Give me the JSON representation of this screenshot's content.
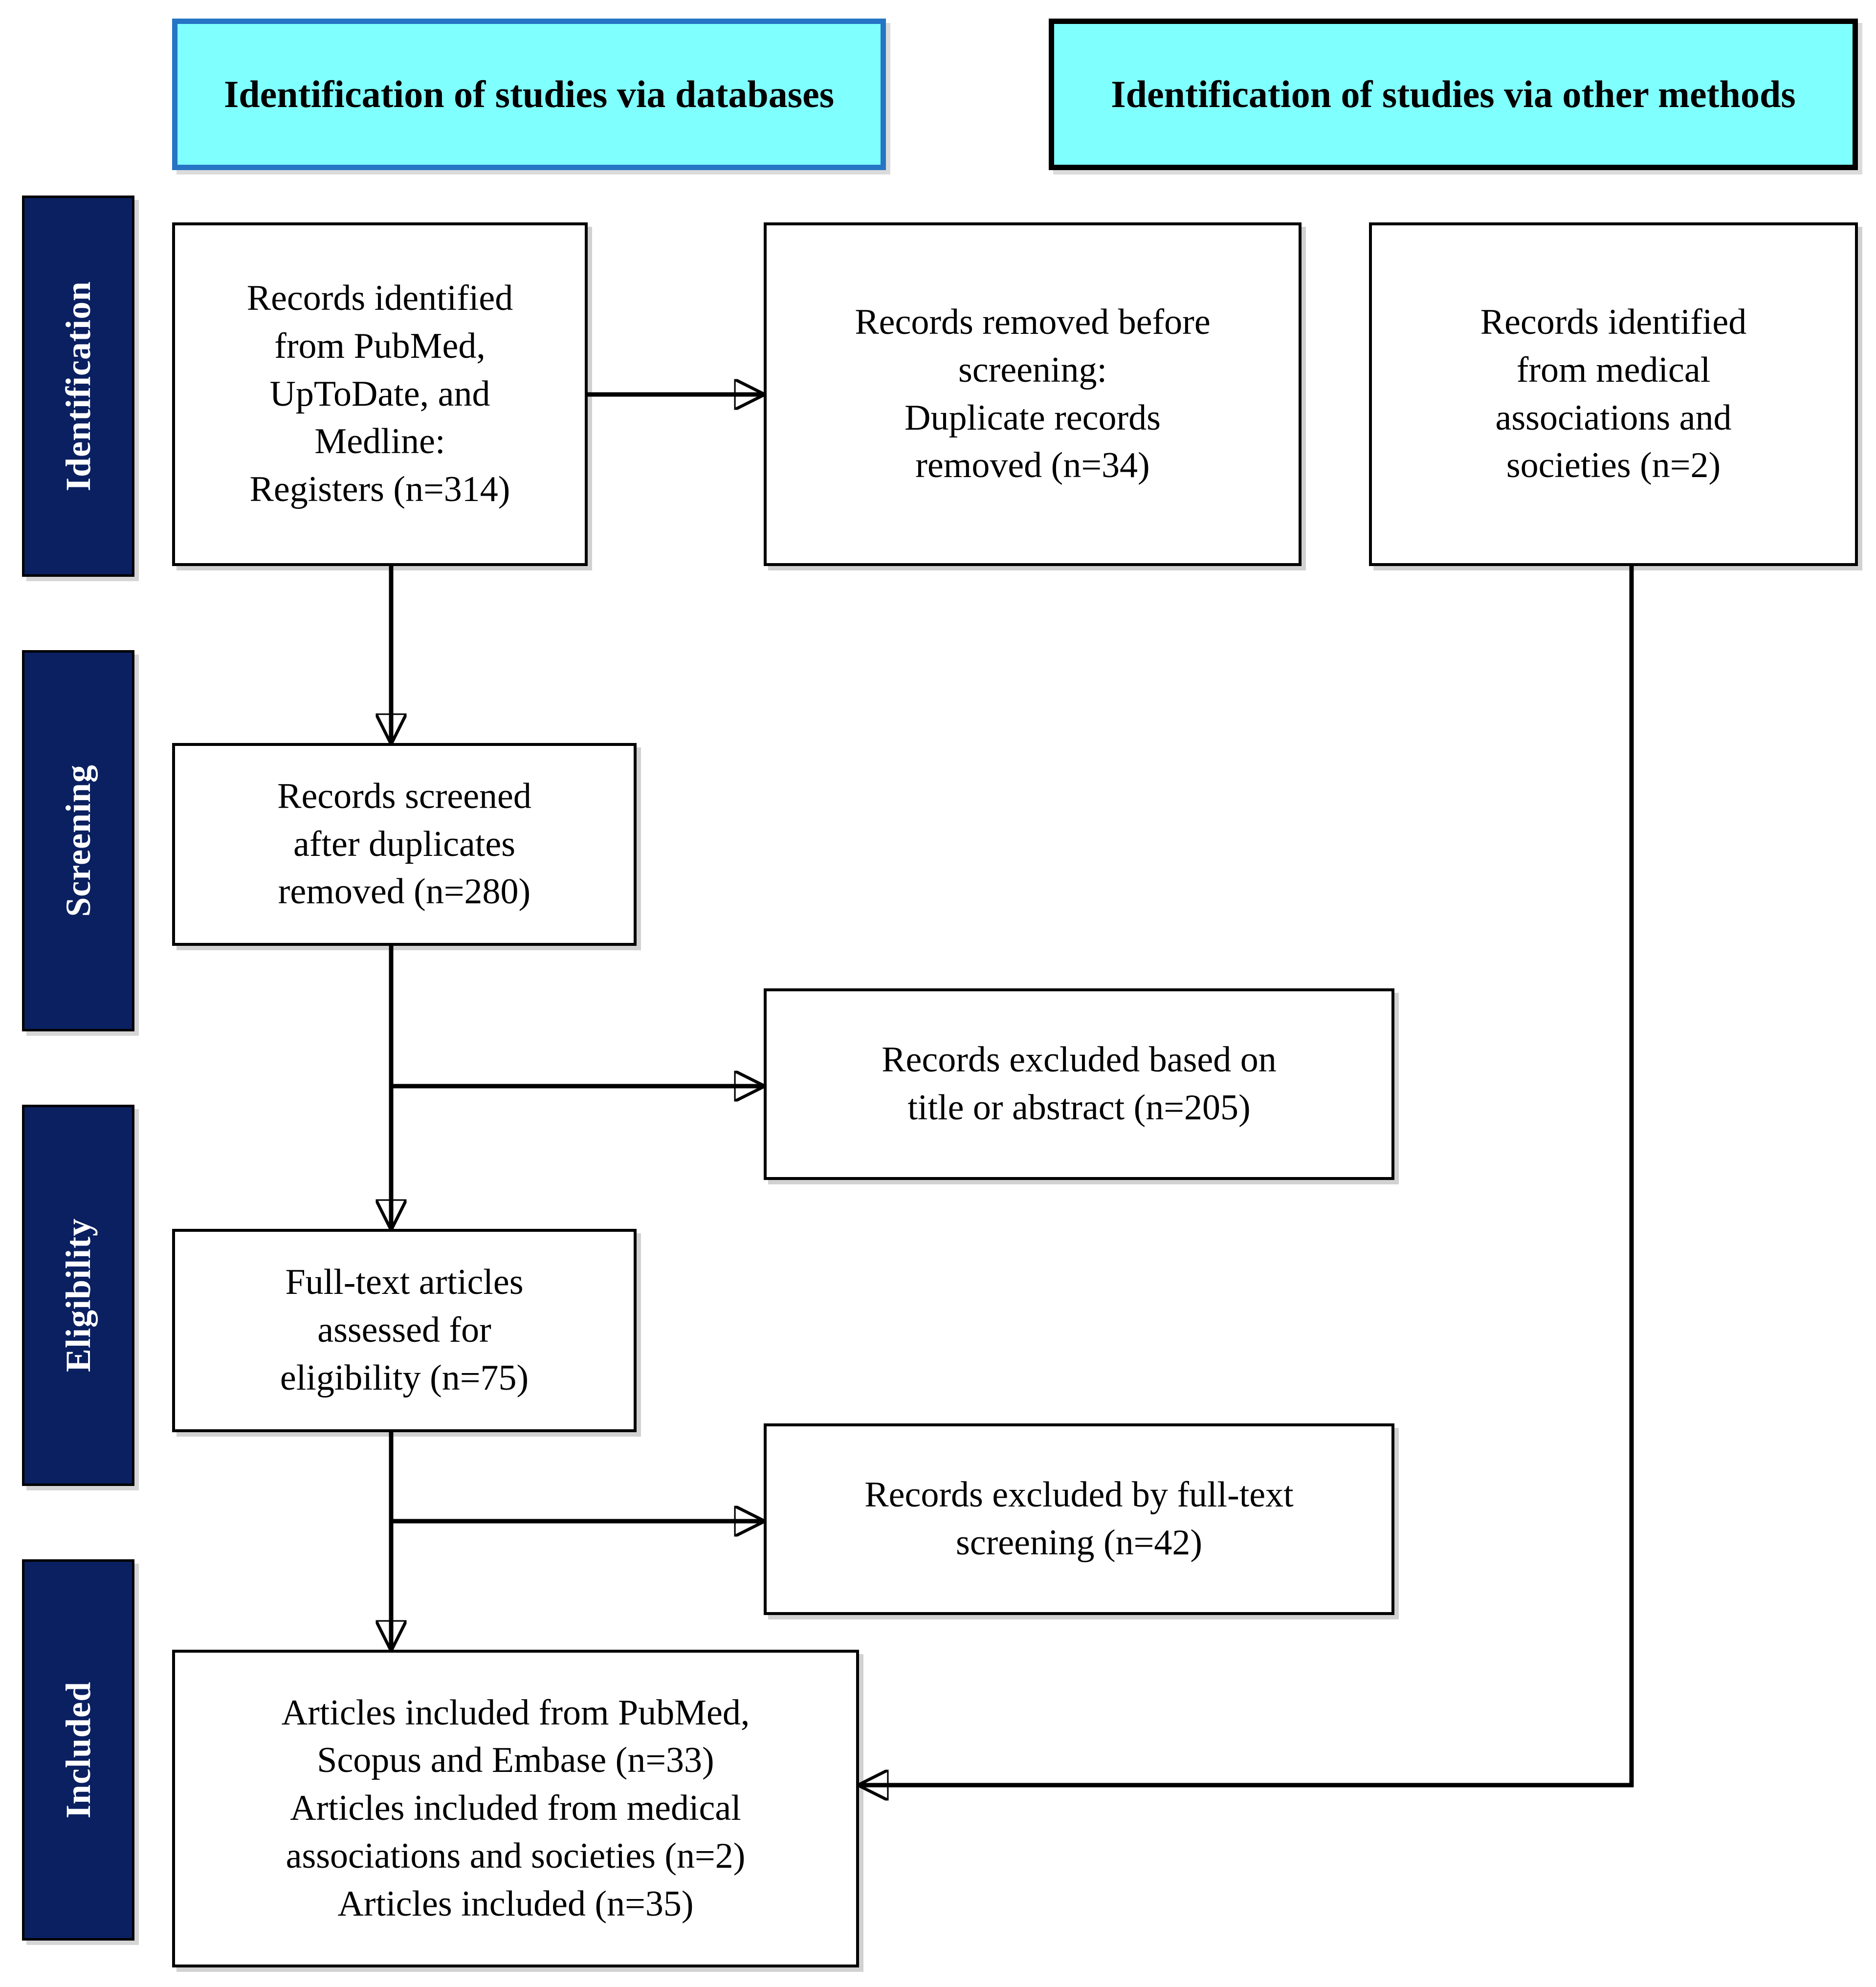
{
  "diagram": {
    "type": "prisma-flow-diagram",
    "title": "PRISMA study selection flow diagram"
  },
  "headers": [
    {
      "id": "databases",
      "label": "Identification of studies via databases",
      "fill": "#80FFFF",
      "border": "#2575C4"
    },
    {
      "id": "other-methods",
      "label": "Identification of studies via other methods",
      "fill": "#80FFFF",
      "border": "#000000"
    }
  ],
  "stage_labels": [
    {
      "id": "identification",
      "label": "Identification",
      "fill": "#0A2060",
      "text_color": "#FFFFFF"
    },
    {
      "id": "screening",
      "label": "Screening",
      "fill": "#0A2060",
      "text_color": "#FFFFFF"
    },
    {
      "id": "eligibility",
      "label": "Eligibility",
      "fill": "#0A2060",
      "text_color": "#FFFFFF"
    },
    {
      "id": "included",
      "label": "Included",
      "fill": "#0A2060",
      "text_color": "#FFFFFF"
    }
  ],
  "boxes": {
    "records_identified_databases": {
      "id": "records-identified-databases",
      "text": "Records identified\nfrom PubMed,\nUpToDate, and\nMedline:\nRegisters (n=314)",
      "count": 314
    },
    "records_removed": {
      "id": "records-removed-before-screening",
      "text": "Records removed before\nscreening:\nDuplicate records\nremoved (n=34)",
      "count": 34
    },
    "records_identified_other": {
      "id": "records-identified-other-methods",
      "text": "Records identified\nfrom medical\nassociations and\nsocieties (n=2)",
      "count": 2
    },
    "records_screened": {
      "id": "records-screened",
      "text": "Records screened\nafter duplicates\nremoved (n=280)",
      "count": 280
    },
    "records_excluded_title": {
      "id": "records-excluded-title-abstract",
      "text": "Records excluded based on\ntitle or abstract (n=205)",
      "count": 205
    },
    "fulltext_assessed": {
      "id": "fulltext-articles-assessed",
      "text": "Full-text articles\nassessed for\neligibility (n=75)",
      "count": 75
    },
    "records_excluded_fulltext": {
      "id": "records-excluded-fulltext",
      "text": "Records excluded by full-text\nscreening (n=42)",
      "count": 42
    },
    "articles_included": {
      "id": "articles-included",
      "text": "Articles included from PubMed,\nScopus and Embase (n=33)\nArticles included from medical\nassociations and societies (n=2)\nArticles included (n=35)",
      "counts": {
        "databases": 33,
        "other_methods": 2,
        "total": 35
      }
    }
  },
  "chart_data": {
    "type": "diagram",
    "title": "PRISMA flow of study selection",
    "nodes": [
      {
        "name": "Records identified from PubMed, UpToDate, and Medline: Registers",
        "n": 314,
        "stage": "Identification",
        "column": "databases"
      },
      {
        "name": "Records removed before screening: Duplicate records removed",
        "n": 34,
        "stage": "Identification",
        "column": "databases-side"
      },
      {
        "name": "Records identified from medical associations and societies",
        "n": 2,
        "stage": "Identification",
        "column": "other-methods"
      },
      {
        "name": "Records screened after duplicates removed",
        "n": 280,
        "stage": "Screening",
        "column": "databases"
      },
      {
        "name": "Records excluded based on title or abstract",
        "n": 205,
        "stage": "Screening",
        "column": "databases-side"
      },
      {
        "name": "Full-text articles assessed for eligibility",
        "n": 75,
        "stage": "Eligibility",
        "column": "databases"
      },
      {
        "name": "Records excluded by full-text screening",
        "n": 42,
        "stage": "Eligibility",
        "column": "databases-side"
      },
      {
        "name": "Articles included from PubMed, Scopus and Embase",
        "n": 33,
        "stage": "Included",
        "column": "databases"
      },
      {
        "name": "Articles included from medical associations and societies",
        "n": 2,
        "stage": "Included",
        "column": "databases"
      },
      {
        "name": "Articles included",
        "n": 35,
        "stage": "Included",
        "column": "databases"
      }
    ],
    "edges": [
      {
        "from": "Records identified from PubMed, UpToDate, and Medline: Registers",
        "to": "Records removed before screening: Duplicate records removed"
      },
      {
        "from": "Records identified from PubMed, UpToDate, and Medline: Registers",
        "to": "Records screened after duplicates removed"
      },
      {
        "from": "Records screened after duplicates removed",
        "to": "Records excluded based on title or abstract"
      },
      {
        "from": "Records screened after duplicates removed",
        "to": "Full-text articles assessed for eligibility"
      },
      {
        "from": "Full-text articles assessed for eligibility",
        "to": "Records excluded by full-text screening"
      },
      {
        "from": "Full-text articles assessed for eligibility",
        "to": "Articles included"
      },
      {
        "from": "Records identified from medical associations and societies",
        "to": "Articles included"
      }
    ]
  }
}
